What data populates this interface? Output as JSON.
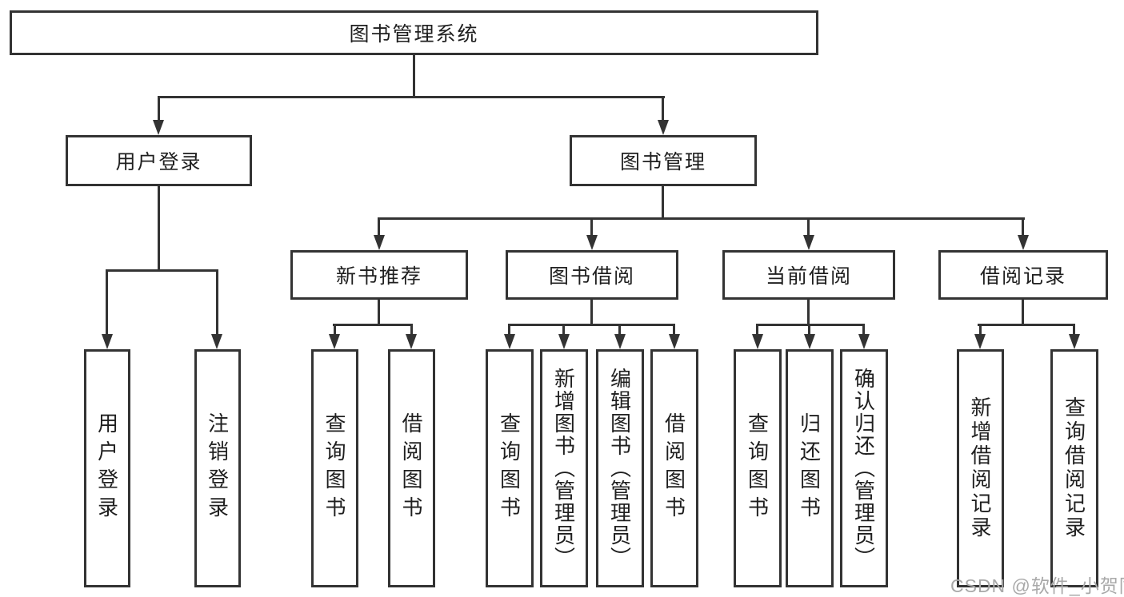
{
  "diagram": {
    "root": {
      "label": "图书管理系统"
    },
    "level2": [
      {
        "label": "用户登录"
      },
      {
        "label": "图书管理"
      }
    ],
    "level3": [
      {
        "label": "新书推荐"
      },
      {
        "label": "图书借阅"
      },
      {
        "label": "当前借阅"
      },
      {
        "label": "借阅记录"
      }
    ],
    "leaves": {
      "user_login": [
        {
          "label": "用户登录"
        },
        {
          "label": "注销登录"
        }
      ],
      "new_books": [
        {
          "label": "查询图书"
        },
        {
          "label": "借阅图书"
        }
      ],
      "borrowing": [
        {
          "label": "查询图书"
        },
        {
          "label": "新增图书（管理员）"
        },
        {
          "label": "编辑图书（管理员）"
        },
        {
          "label": "借阅图书"
        }
      ],
      "current": [
        {
          "label": "查询图书"
        },
        {
          "label": "归还图书"
        },
        {
          "label": "确认归还（管理员）"
        }
      ],
      "records": [
        {
          "label": "新增借阅记录"
        },
        {
          "label": "查询借阅记录"
        }
      ]
    }
  },
  "icons": {
    "arrow_down": "css-triangle-down"
  },
  "watermark": {
    "text": "CSDN @软件_小贺同学"
  },
  "colors": {
    "line": "#333333",
    "text": "#1f1f1f",
    "watermark": "#a9a9a9",
    "background": "#ffffff"
  }
}
